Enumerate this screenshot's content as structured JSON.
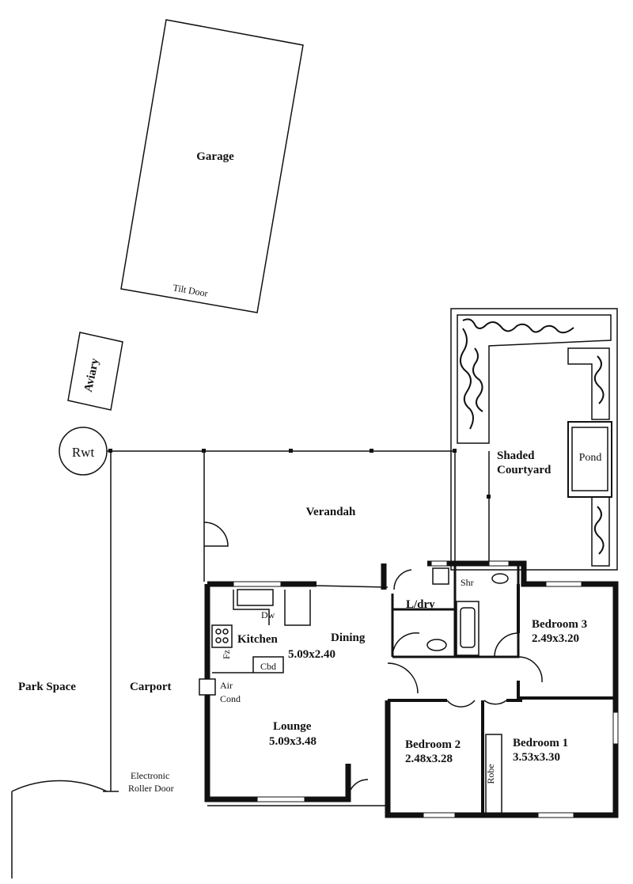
{
  "labels": {
    "garage": "Garage",
    "tilt_door": "Tilt Door",
    "aviary": "Aviary",
    "rwt": "Rwt",
    "verandah": "Verandah",
    "courtyard_1": "Shaded",
    "courtyard_2": "Courtyard",
    "pond": "Pond",
    "kitchen": "Kitchen",
    "dw": "Dw",
    "fz": "Fz",
    "cbd": "Cbd",
    "dining": "Dining",
    "kitchen_dining_size": "5.09x2.40",
    "laundry": "L/dry",
    "shower": "Shr",
    "bedroom3": "Bedroom 3",
    "bedroom3_size": "2.49x3.20",
    "air_cond_1": "Air",
    "air_cond_2": "Cond",
    "carport": "Carport",
    "park_space": "Park Space",
    "lounge": "Lounge",
    "lounge_size": "5.09x3.48",
    "bedroom2": "Bedroom 2",
    "bedroom2_size": "2.48x3.28",
    "bedroom1": "Bedroom 1",
    "bedroom1_size": "3.53x3.30",
    "robe": "Robe",
    "roller_door_1": "Electronic",
    "roller_door_2": "Roller Door"
  }
}
